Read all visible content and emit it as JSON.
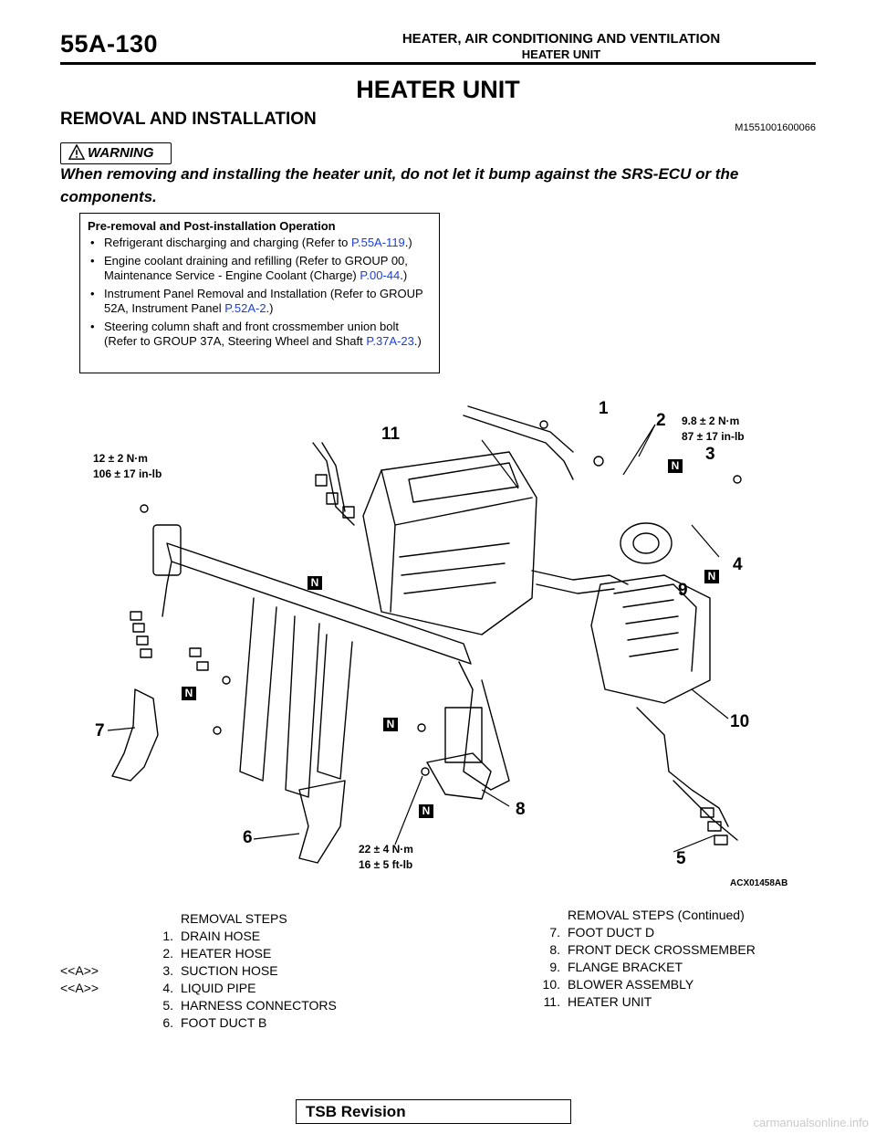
{
  "header": {
    "page_number": "55A-130",
    "chapter_title": "HEATER, AIR CONDITIONING AND VENTILATION",
    "chapter_subtitle": "HEATER UNIT"
  },
  "main_title": "HEATER UNIT",
  "section": {
    "title": "REMOVAL AND INSTALLATION",
    "code": "M1551001600066"
  },
  "warning": {
    "label": "WARNING",
    "text": "When removing and installing the heater unit, do not let it bump against the SRS-ECU or the components."
  },
  "pre_operations": {
    "title": "Pre-removal and Post-installation Operation",
    "items": [
      {
        "text": "Refrigerant discharging and charging (Refer to ",
        "ref": "P.55A-119",
        "end": ".)"
      },
      {
        "text": "Engine coolant draining and refilling (Refer to GROUP 00, Maintenance Service - Engine Coolant (Charge) ",
        "ref": "P.00-44",
        "end": ".)"
      },
      {
        "text": "Instrument Panel Removal and Installation (Refer to GROUP 52A, Instrument Panel ",
        "ref": "P.52A-2",
        "end": ".)"
      },
      {
        "text": "Steering column shaft and front crossmember union bolt (Refer to GROUP 37A, Steering Wheel and Shaft ",
        "ref": "P.37A-23",
        "end": ".)"
      }
    ]
  },
  "diagram": {
    "figure_code": "ACX01458AB",
    "torque_labels": {
      "left": [
        "12 ± 2 N·m",
        "106 ± 17  in-lb"
      ],
      "right": [
        "9.8 ± 2 N·m",
        "87 ± 17 in-lb"
      ],
      "bottom": [
        "22 ± 4 N·m",
        "16 ± 5  ft-lb"
      ]
    },
    "callouts": [
      "1",
      "2",
      "3",
      "4",
      "5",
      "6",
      "7",
      "8",
      "9",
      "10",
      "11"
    ],
    "n_marker": "N"
  },
  "removal_steps": {
    "title": "REMOVAL STEPS",
    "items": [
      {
        "num": "1.",
        "note": "",
        "text": "DRAIN HOSE"
      },
      {
        "num": "2.",
        "note": "",
        "text": "HEATER HOSE"
      },
      {
        "num": "3.",
        "note": "<<A>>",
        "text": "SUCTION HOSE"
      },
      {
        "num": "4.",
        "note": "<<A>>",
        "text": "LIQUID PIPE"
      },
      {
        "num": "5.",
        "note": "",
        "text": "HARNESS CONNECTORS"
      },
      {
        "num": "6.",
        "note": "",
        "text": "FOOT DUCT B"
      }
    ]
  },
  "removal_steps_continued": {
    "title": "REMOVAL STEPS (Continued)",
    "items": [
      {
        "num": "7.",
        "text": "FOOT DUCT D"
      },
      {
        "num": "8.",
        "text": "FRONT DECK CROSSMEMBER"
      },
      {
        "num": "9.",
        "text": "FLANGE BRACKET"
      },
      {
        "num": "10.",
        "text": "BLOWER ASSEMBLY"
      },
      {
        "num": "11.",
        "text": "HEATER UNIT"
      }
    ]
  },
  "footer": {
    "tsb": "TSB Revision",
    "watermark": "carmanualsonline.info"
  },
  "colors": {
    "link": "#1a3fd6",
    "text": "#000000",
    "watermark": "#c9c9c9"
  }
}
